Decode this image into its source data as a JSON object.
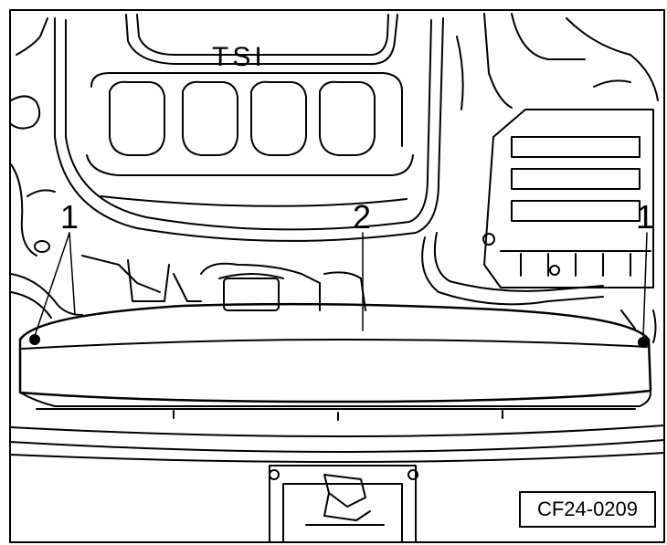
{
  "figure": {
    "engine_label": "TSI",
    "callouts": [
      {
        "id": "fastener-left",
        "label": "1"
      },
      {
        "id": "cover-panel",
        "label": "2"
      },
      {
        "id": "fastener-right",
        "label": "1"
      }
    ],
    "figure_code": "CF24-0209"
  }
}
